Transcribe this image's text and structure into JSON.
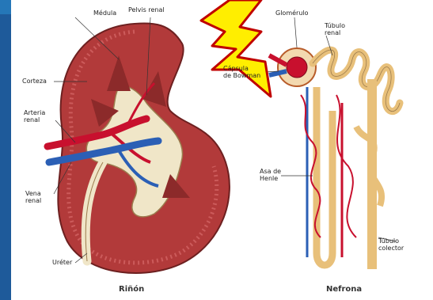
{
  "slide": {
    "background_color": "#1e5a9a",
    "accent_color": "#2e86c8",
    "bolt_color": "#ffee00",
    "bolt_outline": "#c00000",
    "bolt_icon": "lightning-bolt-icon"
  },
  "kidney": {
    "labels": {
      "medulla": "Médula",
      "pelvis": "Pelvis renal",
      "cortex": "Corteza",
      "artery": "Arteria\nrenal",
      "vein": "Vena\nrenal",
      "ureter": "Uréter"
    },
    "caption": "Riñón"
  },
  "nephron": {
    "labels": {
      "glomerulus": "Glomérulo",
      "tubule": "Túbulo\nrenal",
      "capsule": "Cápsula\nde Bowman",
      "henle": "Asa de\nHenle",
      "collector": "Túbulo\ncolector"
    },
    "caption": "Nefrona"
  },
  "colors": {
    "kidney_tissue": "#b23a3a",
    "kidney_outline": "#6d2020",
    "artery": "#c8102e",
    "vein": "#2b5fb5",
    "pelvis": "#f0e6c8",
    "tubule": "#e8c07a"
  }
}
